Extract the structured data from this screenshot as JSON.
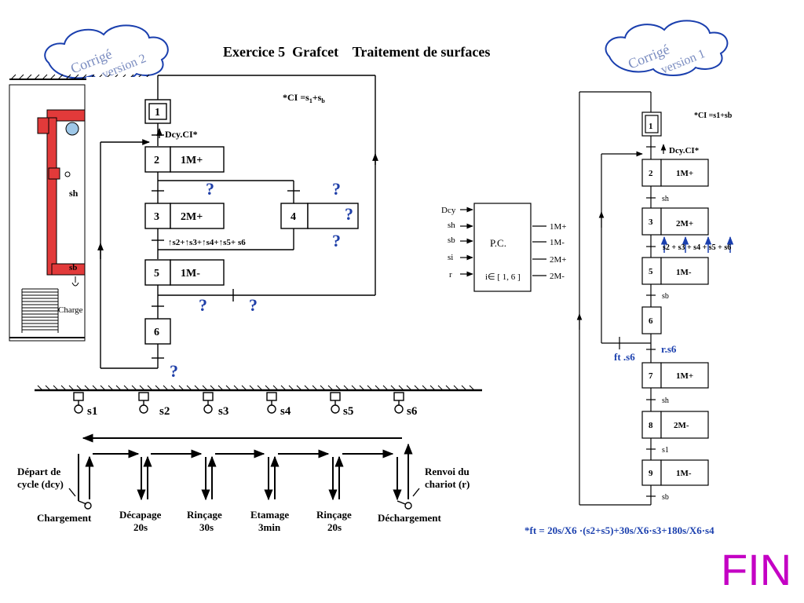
{
  "title": "Exercice 5  Grafcet    Traitement de surfaces",
  "fin": "FIN",
  "cloud_left": {
    "line1": "Corrigé",
    "line2": "version 2"
  },
  "cloud_right": {
    "line1": "Corrigé",
    "line2": "version 1"
  },
  "left_grafcet": {
    "ci": "*CI =s",
    "ci_sub1": "1",
    "ci_plus": "+s",
    "ci_sub2": "b",
    "dcy": "Dcy.CI*",
    "steps": [
      {
        "num": "1",
        "action": ""
      },
      {
        "num": "2",
        "action": "1M+"
      },
      {
        "num": "3",
        "action": "2M+"
      },
      {
        "num": "4",
        "action": ""
      },
      {
        "num": "5",
        "action": "1M-"
      },
      {
        "num": "6",
        "action": ""
      }
    ],
    "transition_s": "↑s2+↑s3+↑s4+↑s5+  s6",
    "questions": [
      "?",
      "?",
      "?",
      "?",
      "?",
      "?",
      "?"
    ]
  },
  "pc_block": {
    "label": "P.C.",
    "range": "i∈ [ 1, 6 ]",
    "inputs": [
      "Dcy",
      "sh",
      "sb",
      "si",
      "r"
    ],
    "outputs": [
      "1M+",
      "1M-",
      "2M+",
      "2M-"
    ]
  },
  "right_grafcet": {
    "ci": "*CI =s1+sb",
    "dcy": "Dcy.CI*",
    "steps": [
      {
        "num": "1",
        "action": ""
      },
      {
        "num": "2",
        "action": "1M+"
      },
      {
        "num": "3",
        "action": "2M+"
      },
      {
        "num": "5",
        "action": "1M-"
      },
      {
        "num": "6",
        "action": ""
      },
      {
        "num": "7",
        "action": "1M+"
      },
      {
        "num": "8",
        "action": "2M-"
      },
      {
        "num": "9",
        "action": "1M-"
      }
    ],
    "transitions": [
      "sh",
      "s2 + s3 + s4 + s5 + s6",
      "sb",
      "r.s6",
      "sh",
      "s1",
      "sb"
    ],
    "ft_label": "ft .s6",
    "formula": "*ft = 20s/X6 ·(s2+s5)+30s/X6·s3+180s/X6·s4"
  },
  "rail": {
    "sensors": [
      "s1",
      "s2",
      "s3",
      "s4",
      "s5",
      "s6"
    ],
    "stations": [
      {
        "name": "Chargement",
        "time": ""
      },
      {
        "name": "Décapage",
        "time": "20s"
      },
      {
        "name": "Rinçage",
        "time": "30s"
      },
      {
        "name": "Etamage",
        "time": "3min"
      },
      {
        "name": "Rinçage",
        "time": "20s"
      },
      {
        "name": "Déchargement",
        "time": ""
      }
    ],
    "depart": [
      "Départ de",
      "cycle (dcy)"
    ],
    "renvoi": [
      "Renvoi du",
      "chariot (r)"
    ]
  },
  "machine": {
    "sh": "sh",
    "sb": "sb",
    "charge": "Charge"
  }
}
